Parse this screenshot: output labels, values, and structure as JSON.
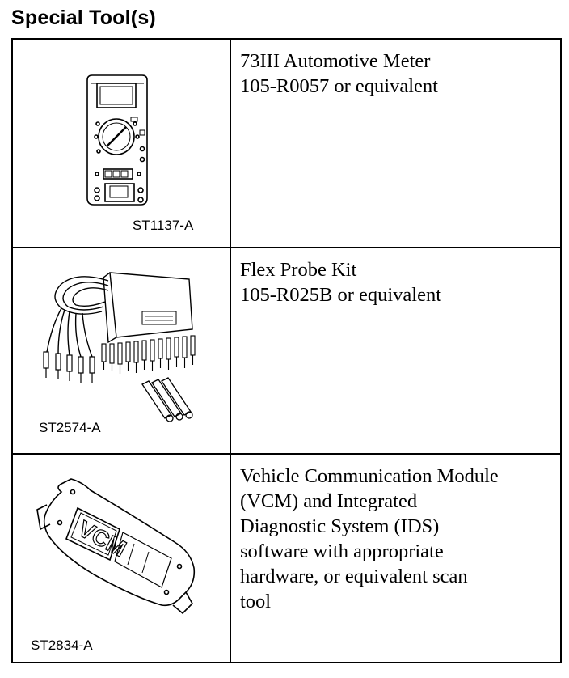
{
  "heading": "Special Tool(s)",
  "tools": [
    {
      "illustration": "digital-multimeter",
      "code": "ST1137-A",
      "description_lines": [
        "73III Automotive Meter",
        "105-R0057 or equivalent"
      ]
    },
    {
      "illustration": "flex-probe-kit",
      "code": "ST2574-A",
      "description_lines": [
        "Flex Probe Kit",
        "105-R025B or equivalent"
      ]
    },
    {
      "illustration": "vcm-module",
      "code": "ST2834-A",
      "description_lines": [
        "Vehicle Communication Module",
        "(VCM) and Integrated",
        "Diagnostic System (IDS)",
        "software with appropriate",
        "hardware, or equivalent scan",
        "tool"
      ]
    }
  ]
}
